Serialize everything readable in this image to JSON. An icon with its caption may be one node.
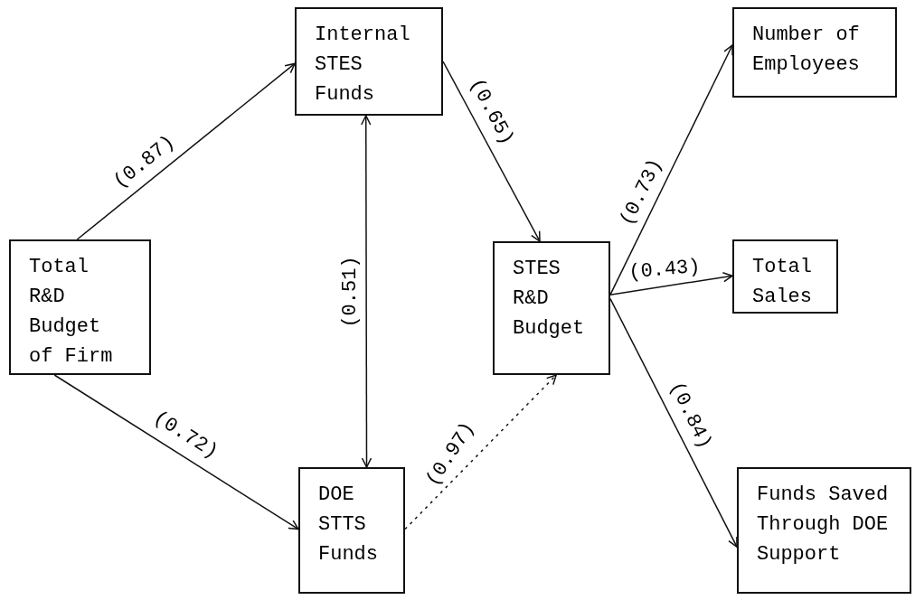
{
  "diagram": {
    "nodes": [
      {
        "text": [
          "Total R&D Budget of Firm"
        ]
      },
      {
        "text": [
          "Internal STES Funds"
        ]
      },
      {
        "text": [
          "DOE STTS Funds"
        ]
      },
      {
        "text": [
          "STES R&D Budget"
        ]
      },
      {
        "text": [
          "Number of Employees"
        ]
      },
      {
        "text": [
          "Total Sales"
        ]
      },
      {
        "text": [
          "Funds Saved Through DOE Support"
        ]
      }
    ],
    "edges": [
      {
        "from": 0,
        "to": 1,
        "arrow": "to",
        "label": "(0.87)"
      },
      {
        "from": 0,
        "to": 2,
        "arrow": "to",
        "label": "(0.72)"
      },
      {
        "from": 1,
        "to": 2,
        "arrow": "both",
        "label": "(0.51)"
      },
      {
        "from": 1,
        "to": 3,
        "arrow": "to",
        "label": "(0.65)"
      },
      {
        "from": 2,
        "to": 3,
        "arrow": "to",
        "label": "(0.97)",
        "style": "dashed"
      },
      {
        "from": 3,
        "to": 4,
        "arrow": "to",
        "label": "(0.73)"
      },
      {
        "from": 3,
        "to": 5,
        "arrow": "to",
        "label": "(0.43)"
      },
      {
        "from": 3,
        "to": 6,
        "arrow": "to",
        "label": "(0.84)"
      }
    ]
  }
}
